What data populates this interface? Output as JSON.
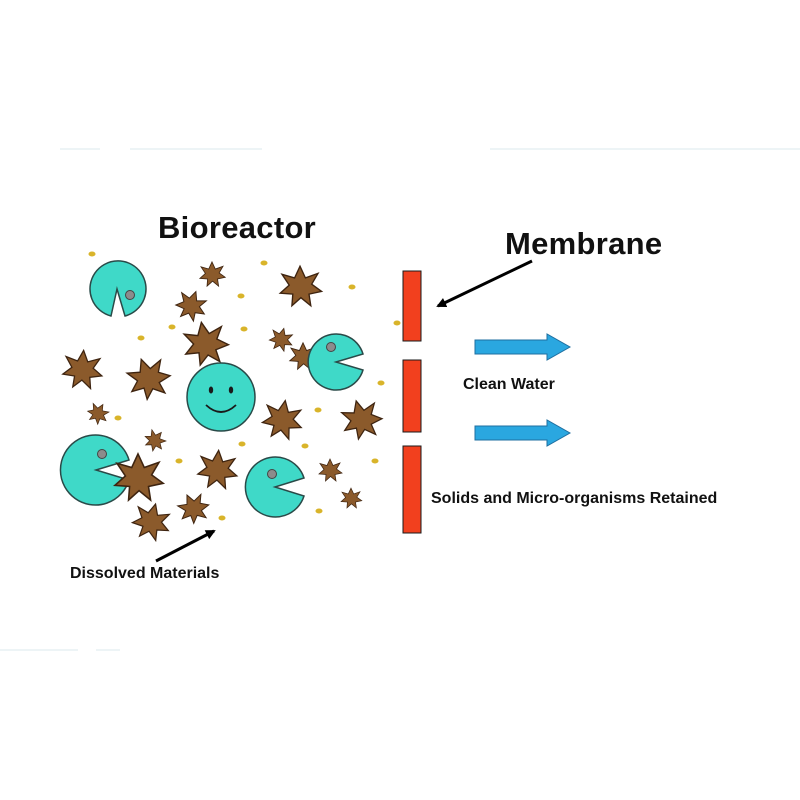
{
  "labels": {
    "bioreactor": "Bioreactor",
    "membrane": "Membrane",
    "clean_water": "Clean Water",
    "retained": "Solids and Micro-organisms Retained",
    "dissolved": "Dissolved Materials"
  },
  "colors": {
    "microorganism": "#3fd9c8",
    "solid_particle": "#8b5a2b",
    "dissolved_dot": "#d9b42a",
    "membrane": "#f2401e",
    "water_arrow": "#2aa7e0",
    "pointer_arrow": "#000000"
  }
}
